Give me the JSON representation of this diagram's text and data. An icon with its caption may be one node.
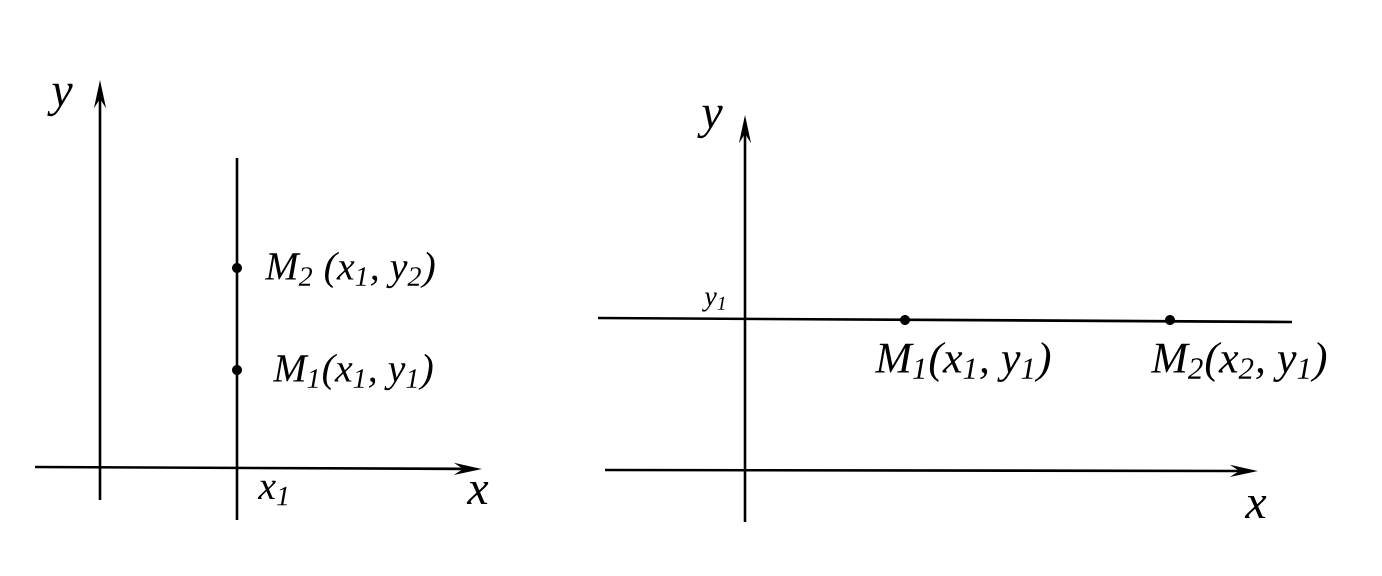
{
  "diagram": {
    "labels": [
      "y",
      "M$_{2}$ (x$_{1}$, y$_{2}$)",
      "M$_{1}$(x$_{1}$, y$_{1}$)",
      "x",
      "x$_{1}$",
      "y",
      "y$_{1}$",
      "M$_{1}$(x$_{1}$, y$_{1}$)",
      "M$_{2}$(x$_{2}$, y$_{1}$)",
      "x"
    ]
  }
}
